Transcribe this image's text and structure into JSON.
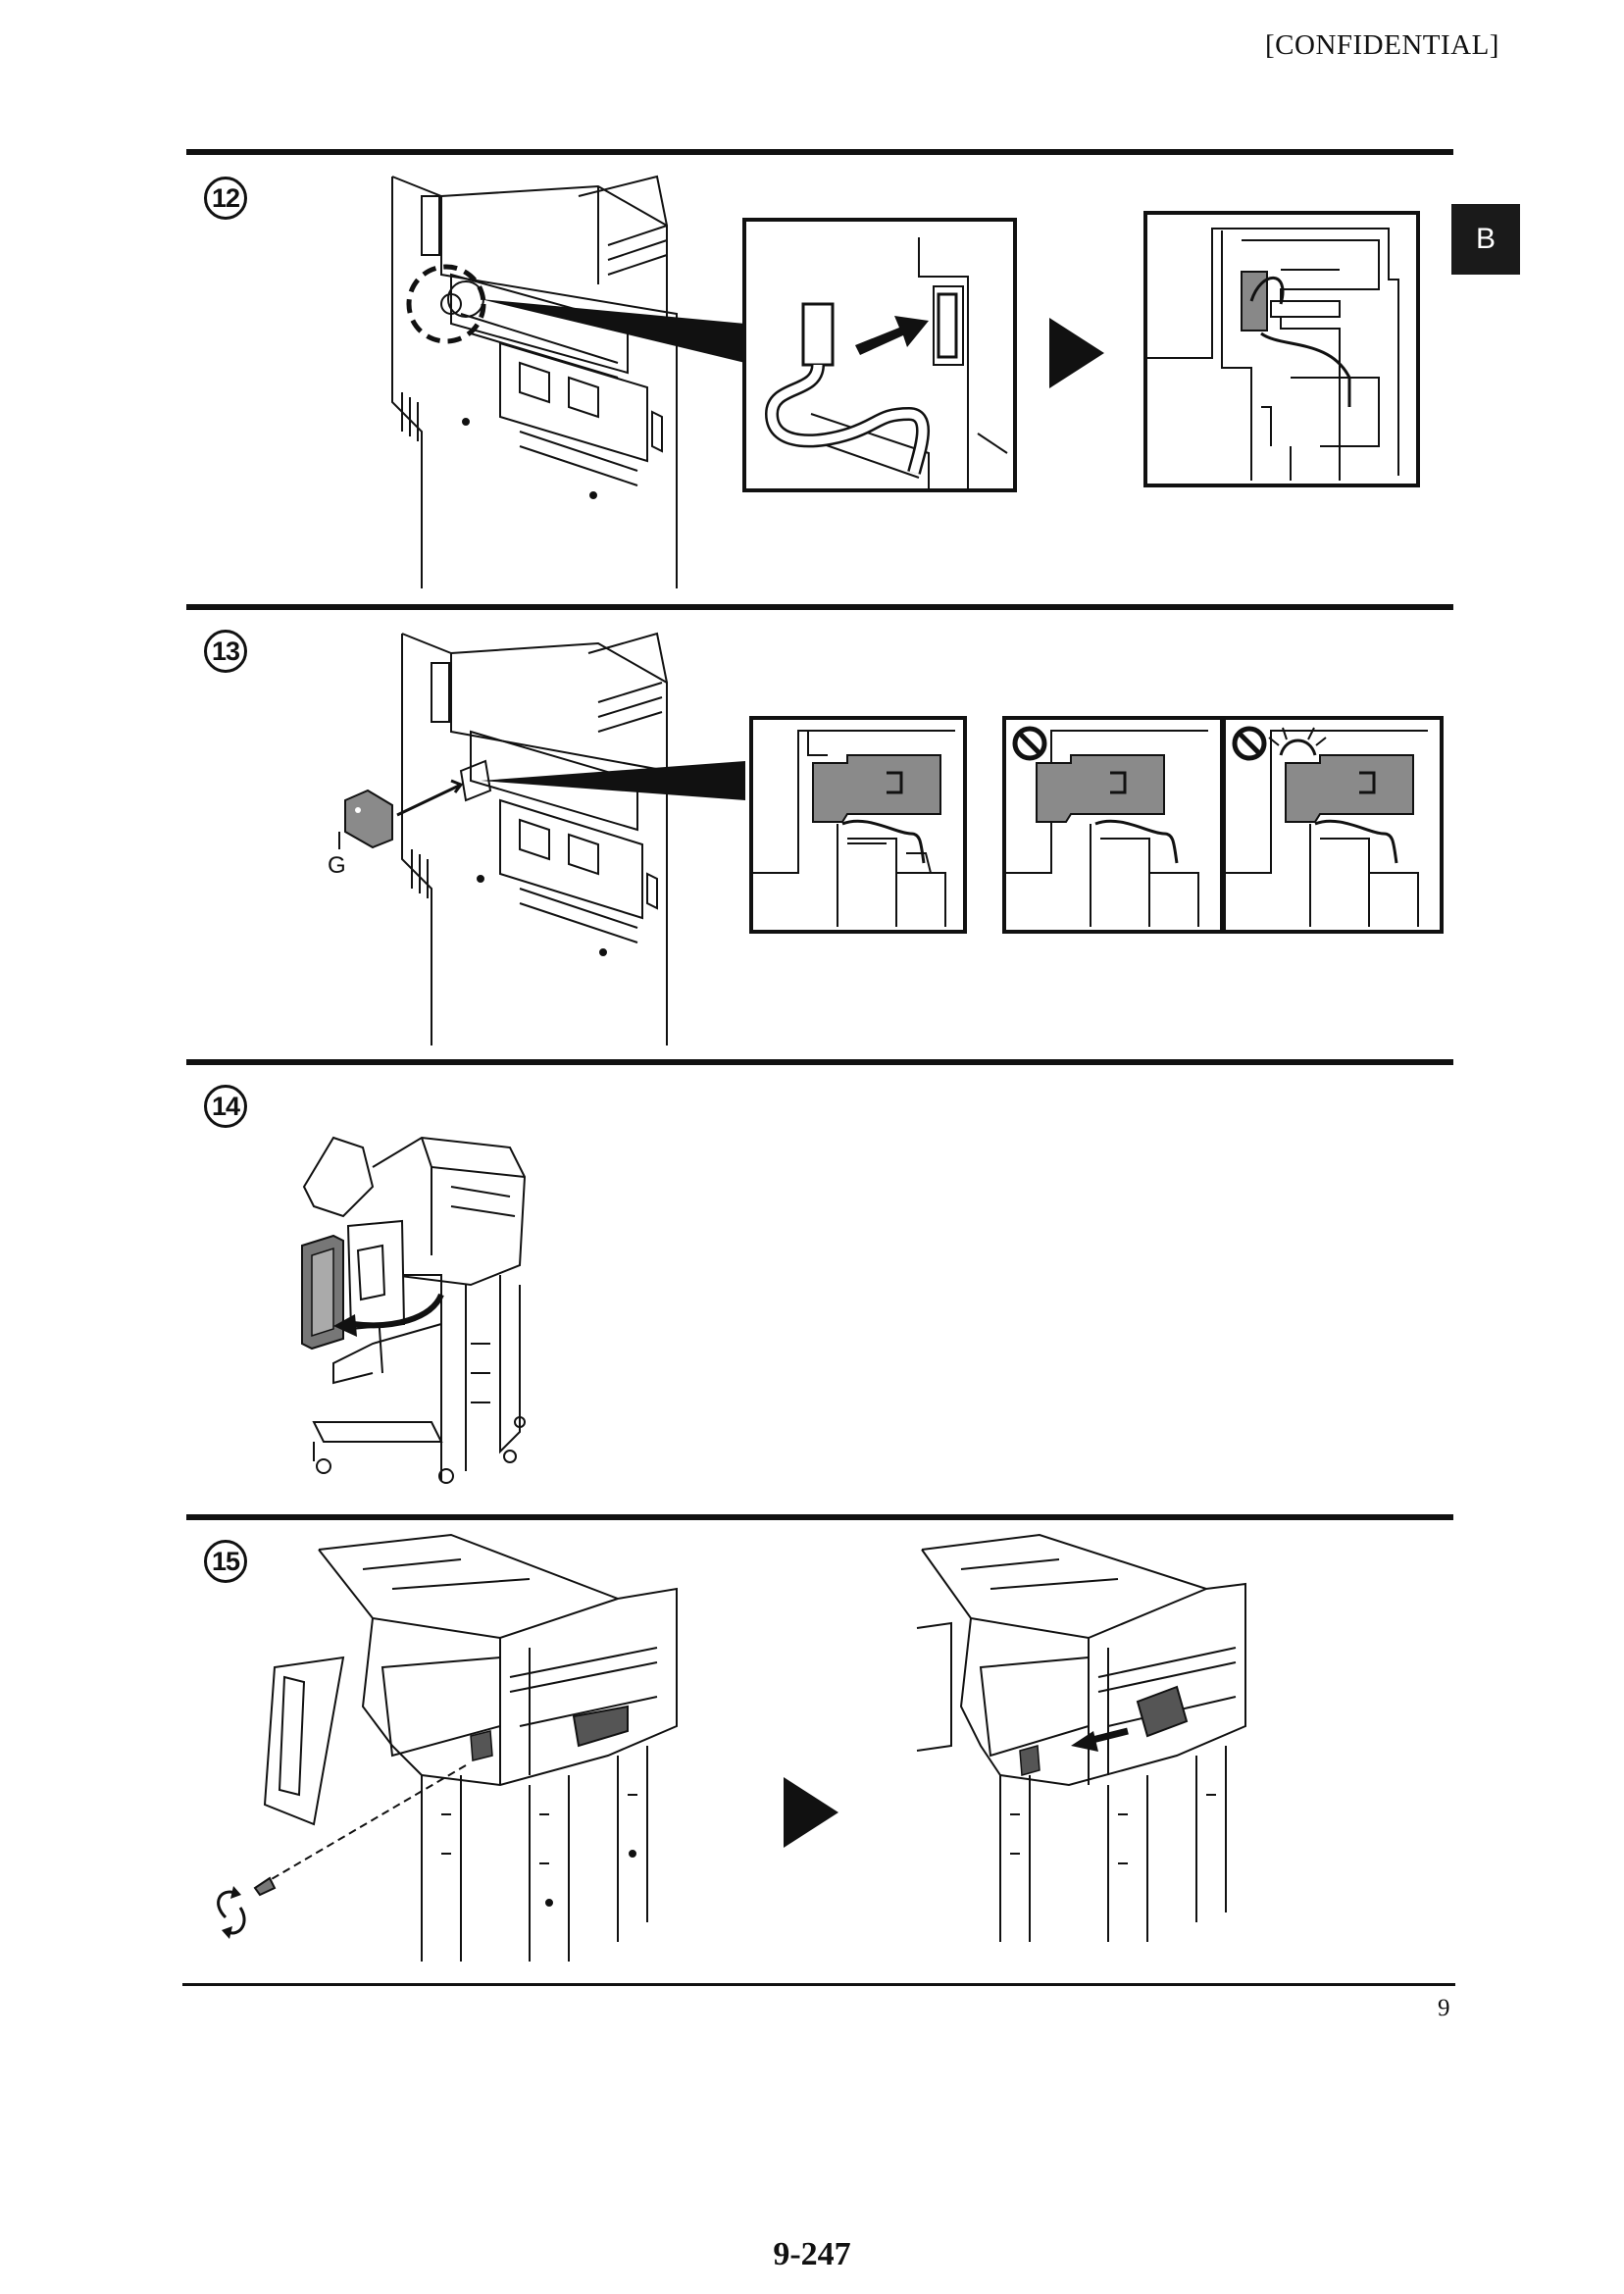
{
  "header": {
    "confidential": "[CONFIDENTIAL]",
    "tab_letter": "B"
  },
  "steps": [
    {
      "number": "12"
    },
    {
      "number": "13",
      "part_label": "G"
    },
    {
      "number": "14"
    },
    {
      "number": "15"
    }
  ],
  "footer": {
    "section_number": "9",
    "page_number": "9-247"
  },
  "icons": [
    "next-arrow-icon",
    "prohibited-icon",
    "rotate-arrow-icon",
    "pull-arrow-icon"
  ]
}
